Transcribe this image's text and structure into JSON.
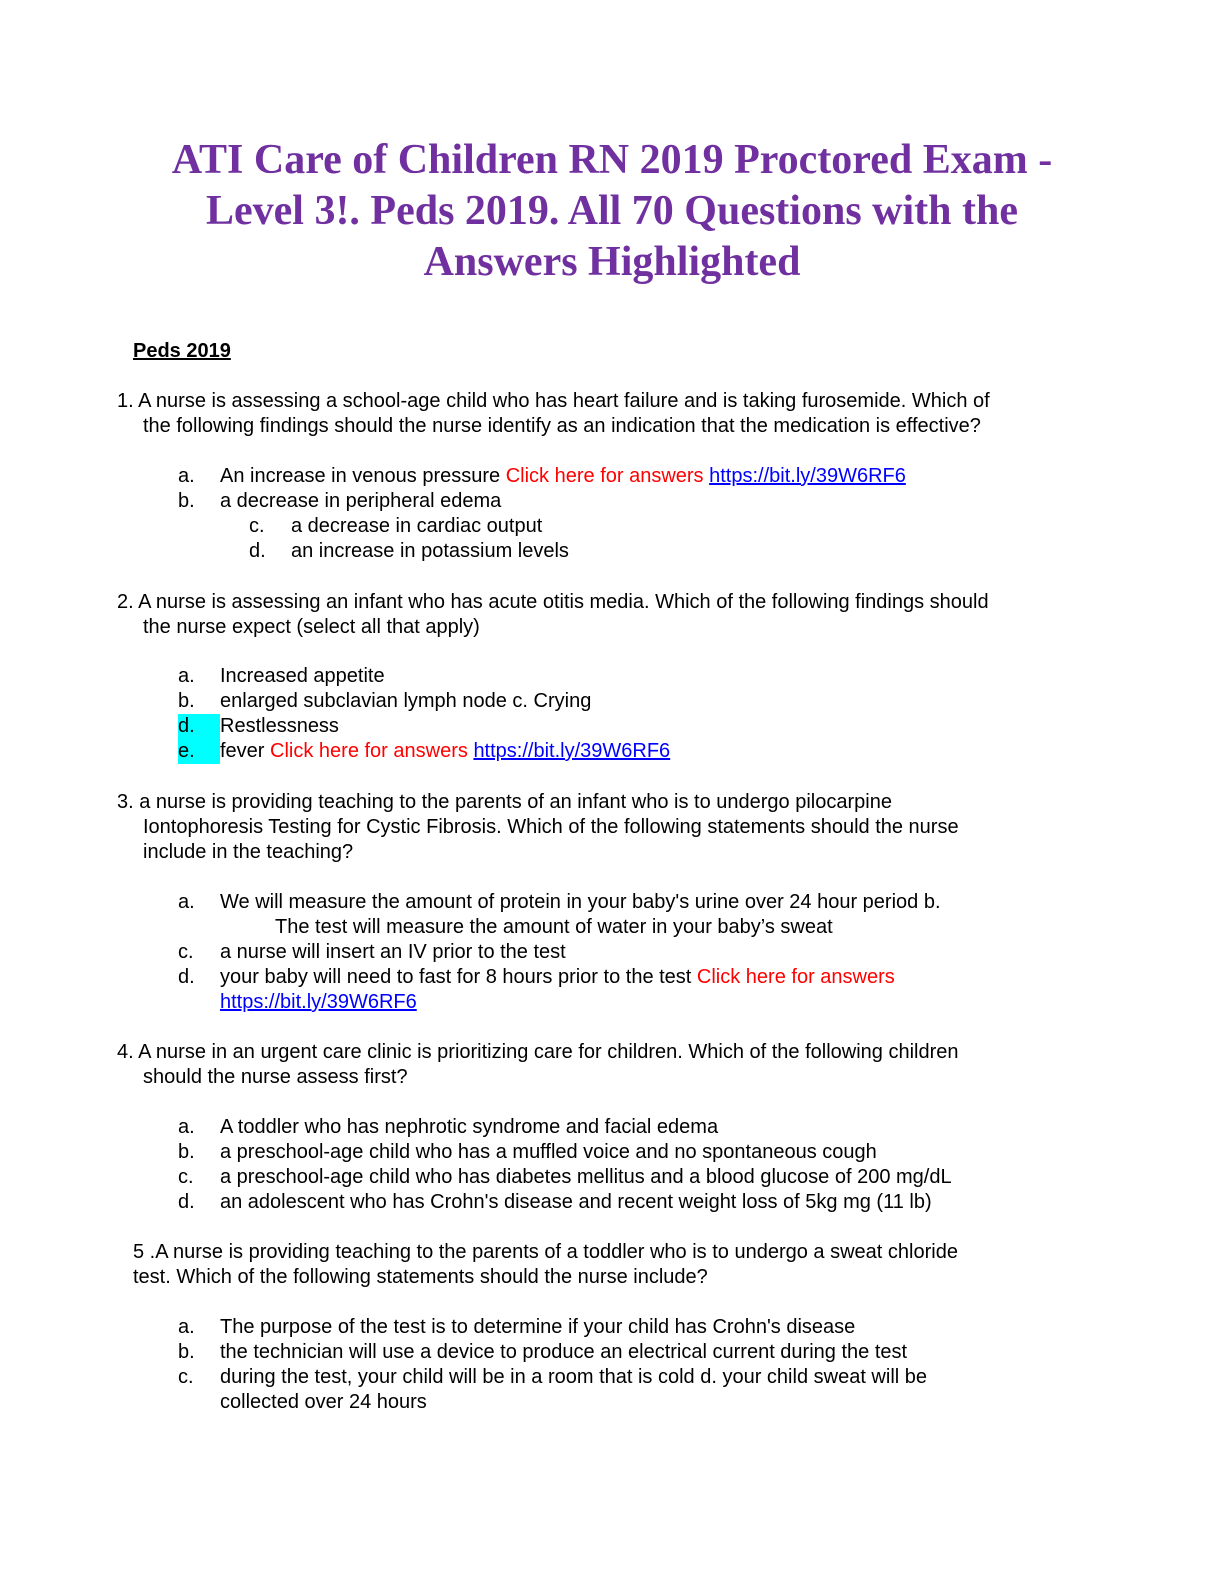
{
  "title": {
    "line1": "ATI Care of Children RN 2019 Proctored Exam -",
    "line2": "Level 3!. Peds 2019. All 70 Questions with the",
    "line3": "Answers Highlighted"
  },
  "section_heading": "Peds 2019",
  "answers_label": "Click here for answers",
  "answers_url": "https://bit.ly/39W6RF6",
  "highlight_color": "#00ffff",
  "questions": [
    {
      "stem": [
        "1. A nurse is assessing a school-age child who has heart failure and is taking furosemide. Which of",
        "the following findings should the nurse identify as an indication that the medication is effective?"
      ],
      "options": [
        {
          "marker": "a.",
          "text": "An increase in venous pressure "
        },
        {
          "marker": "b.",
          "text": "a decrease in peripheral edema"
        },
        {
          "marker": "c.",
          "text": "a decrease in cardiac output"
        },
        {
          "marker": "d.",
          "text": "an increase in potassium levels"
        }
      ]
    },
    {
      "stem": [
        "2. A nurse is assessing an infant who has acute otitis media. Which of the following findings should",
        "the nurse expect (select all that apply)"
      ],
      "options": [
        {
          "marker": "a.",
          "text": "Increased appetite"
        },
        {
          "marker": "b.",
          "text": "enlarged subclavian lymph node c. Crying"
        },
        {
          "marker": "d.",
          "text": "Restlessness",
          "highlighted": true
        },
        {
          "marker": "e.",
          "text": "fever ",
          "highlighted": true
        }
      ]
    },
    {
      "stem": [
        "3. a nurse is providing teaching to the parents of an infant who is to undergo pilocarpine",
        "Iontophoresis Testing for Cystic Fibrosis. Which of the following statements should the nurse",
        "include in the teaching?"
      ],
      "options": [
        {
          "marker": "a.",
          "text": "We will measure the amount of protein in your baby's urine over 24 hour period b."
        },
        {
          "marker": "",
          "text": "The test will measure the amount of water in your baby’s sweat"
        },
        {
          "marker": "c.",
          "text": "a nurse will insert an IV prior to the test"
        },
        {
          "marker": "d.",
          "text": "your baby will need to fast for 8 hours prior to the test "
        }
      ]
    },
    {
      "stem": [
        "4. A nurse in an urgent care clinic is prioritizing care for children. Which of the following children",
        "should the nurse assess first?"
      ],
      "options": [
        {
          "marker": "a.",
          "text": "A toddler who has nephrotic syndrome and facial edema"
        },
        {
          "marker": "b.",
          "text": "a preschool-age child who has a muffled voice and no spontaneous cough"
        },
        {
          "marker": "c.",
          "text": "a preschool-age child who has diabetes mellitus and a blood glucose of 200 mg/dL"
        },
        {
          "marker": "d.",
          "text": "an adolescent who has Crohn's disease and recent weight loss of 5kg mg (11 lb)"
        }
      ]
    },
    {
      "stem": [
        "5 .A nurse is providing teaching to the parents of a toddler who is to undergo a sweat chloride",
        "test. Which of the following statements should the nurse include?"
      ],
      "options": [
        {
          "marker": "a.",
          "text": "The purpose of the test is to determine if your child has Crohn's disease"
        },
        {
          "marker": "b.",
          "text": "the technician will use a device to produce an electrical current during the test"
        },
        {
          "marker": "c.",
          "text": "during the test, your child will be in a room that is cold d.  your child sweat will be"
        },
        {
          "marker": "",
          "text": "collected over 24 hours"
        }
      ]
    }
  ]
}
